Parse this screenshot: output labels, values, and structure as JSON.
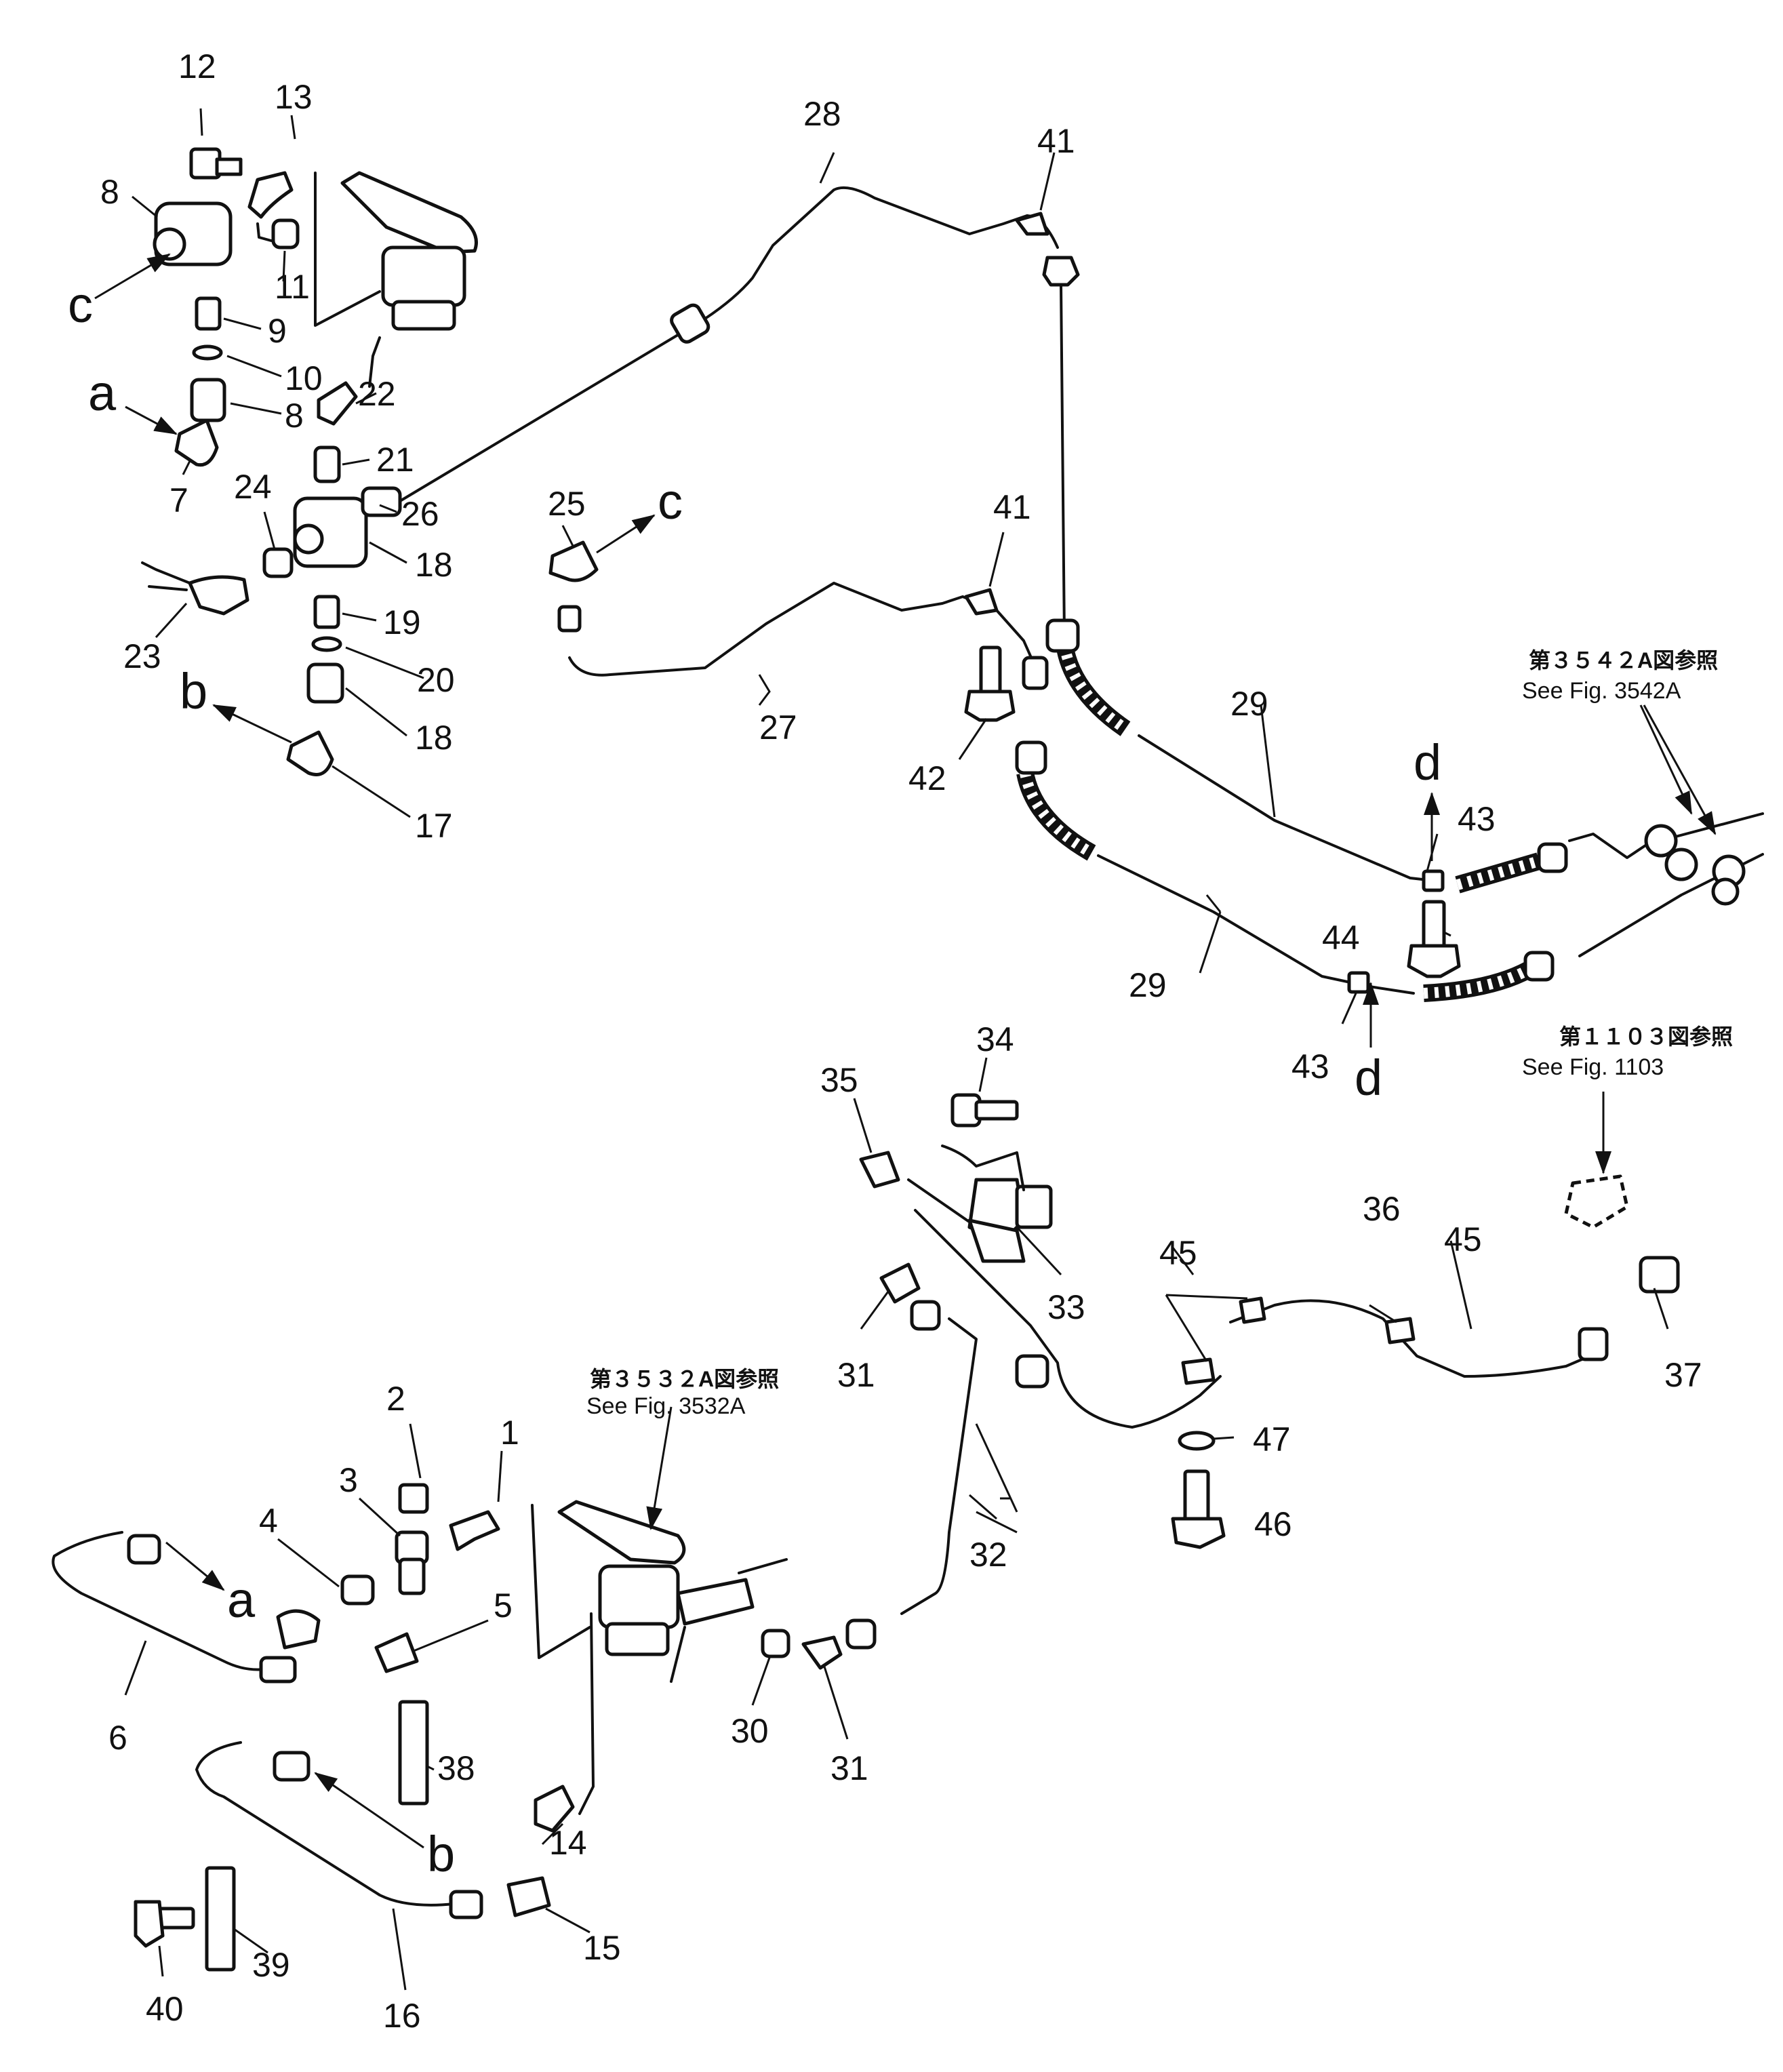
{
  "callouts": {
    "n1": "1",
    "n2": "2",
    "n3": "3",
    "n4": "4",
    "n5": "5",
    "n6": "6",
    "n7": "7",
    "n8a": "8",
    "n8b": "8",
    "n9": "9",
    "n10": "10",
    "n11": "11",
    "n12": "12",
    "n13": "13",
    "n14": "14",
    "n15": "15",
    "n16": "16",
    "n17": "17",
    "n18a": "18",
    "n18b": "18",
    "n19": "19",
    "n20": "20",
    "n21": "21",
    "n22": "22",
    "n23": "23",
    "n24": "24",
    "n25": "25",
    "n26": "26",
    "n27": "27",
    "n28": "28",
    "n29a": "29",
    "n29b": "29",
    "n30": "30",
    "n31a": "31",
    "n31b": "31",
    "n32": "32",
    "n33": "33",
    "n34": "34",
    "n35": "35",
    "n36": "36",
    "n37": "37",
    "n38": "38",
    "n39": "39",
    "n40": "40",
    "n41a": "41",
    "n41b": "41",
    "n42": "42",
    "n43a": "43",
    "n43b": "43",
    "n44": "44",
    "n45a": "45",
    "n45b": "45",
    "n46": "46",
    "n47": "47"
  },
  "connection_marks": {
    "a_top": "a",
    "a_bottom": "a",
    "b_top": "b",
    "b_bottom": "b",
    "c_left": "c",
    "c_right": "c",
    "d_upper": "d",
    "d_lower": "d"
  },
  "references": {
    "ref_3542a": {
      "jp": "第３５４２A図参照",
      "en": "See Fig. 3542A"
    },
    "ref_1103": {
      "jp": "第１１０３図参照",
      "en": "See Fig. 1103"
    },
    "ref_3532a": {
      "jp": "第３５３２A図参照",
      "en": "See Fig. 3532A"
    }
  }
}
